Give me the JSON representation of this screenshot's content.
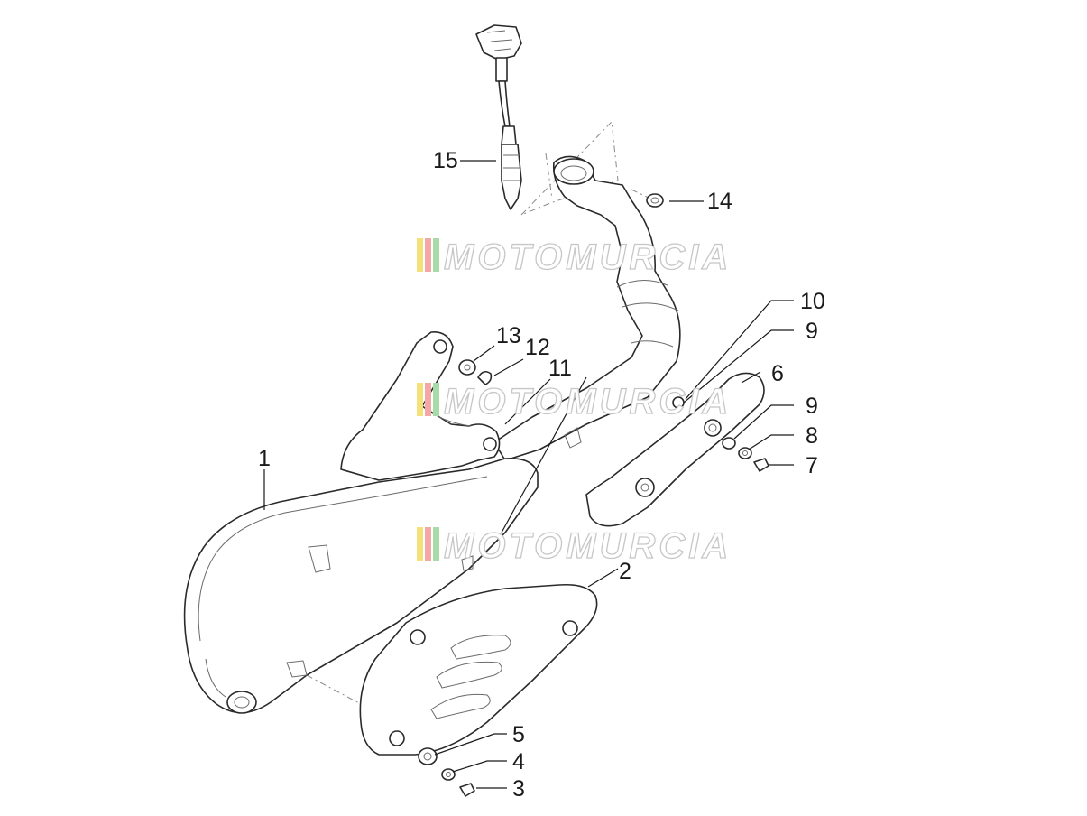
{
  "callouts": [
    {
      "id": "1",
      "label": "1"
    },
    {
      "id": "2",
      "label": "2"
    },
    {
      "id": "3",
      "label": "3"
    },
    {
      "id": "4",
      "label": "4"
    },
    {
      "id": "5",
      "label": "5"
    },
    {
      "id": "6",
      "label": "6"
    },
    {
      "id": "7",
      "label": "7"
    },
    {
      "id": "8",
      "label": "8"
    },
    {
      "id": "9a",
      "label": "9"
    },
    {
      "id": "9b",
      "label": "9"
    },
    {
      "id": "10",
      "label": "10"
    },
    {
      "id": "11",
      "label": "11"
    },
    {
      "id": "12",
      "label": "12"
    },
    {
      "id": "13",
      "label": "13"
    },
    {
      "id": "14",
      "label": "14"
    },
    {
      "id": "15",
      "label": "15"
    }
  ],
  "watermark": {
    "text": "MOTOMURCIA",
    "stripe_colors": [
      "#f3e27a",
      "#f4a7a7",
      "#a9dba9"
    ]
  }
}
